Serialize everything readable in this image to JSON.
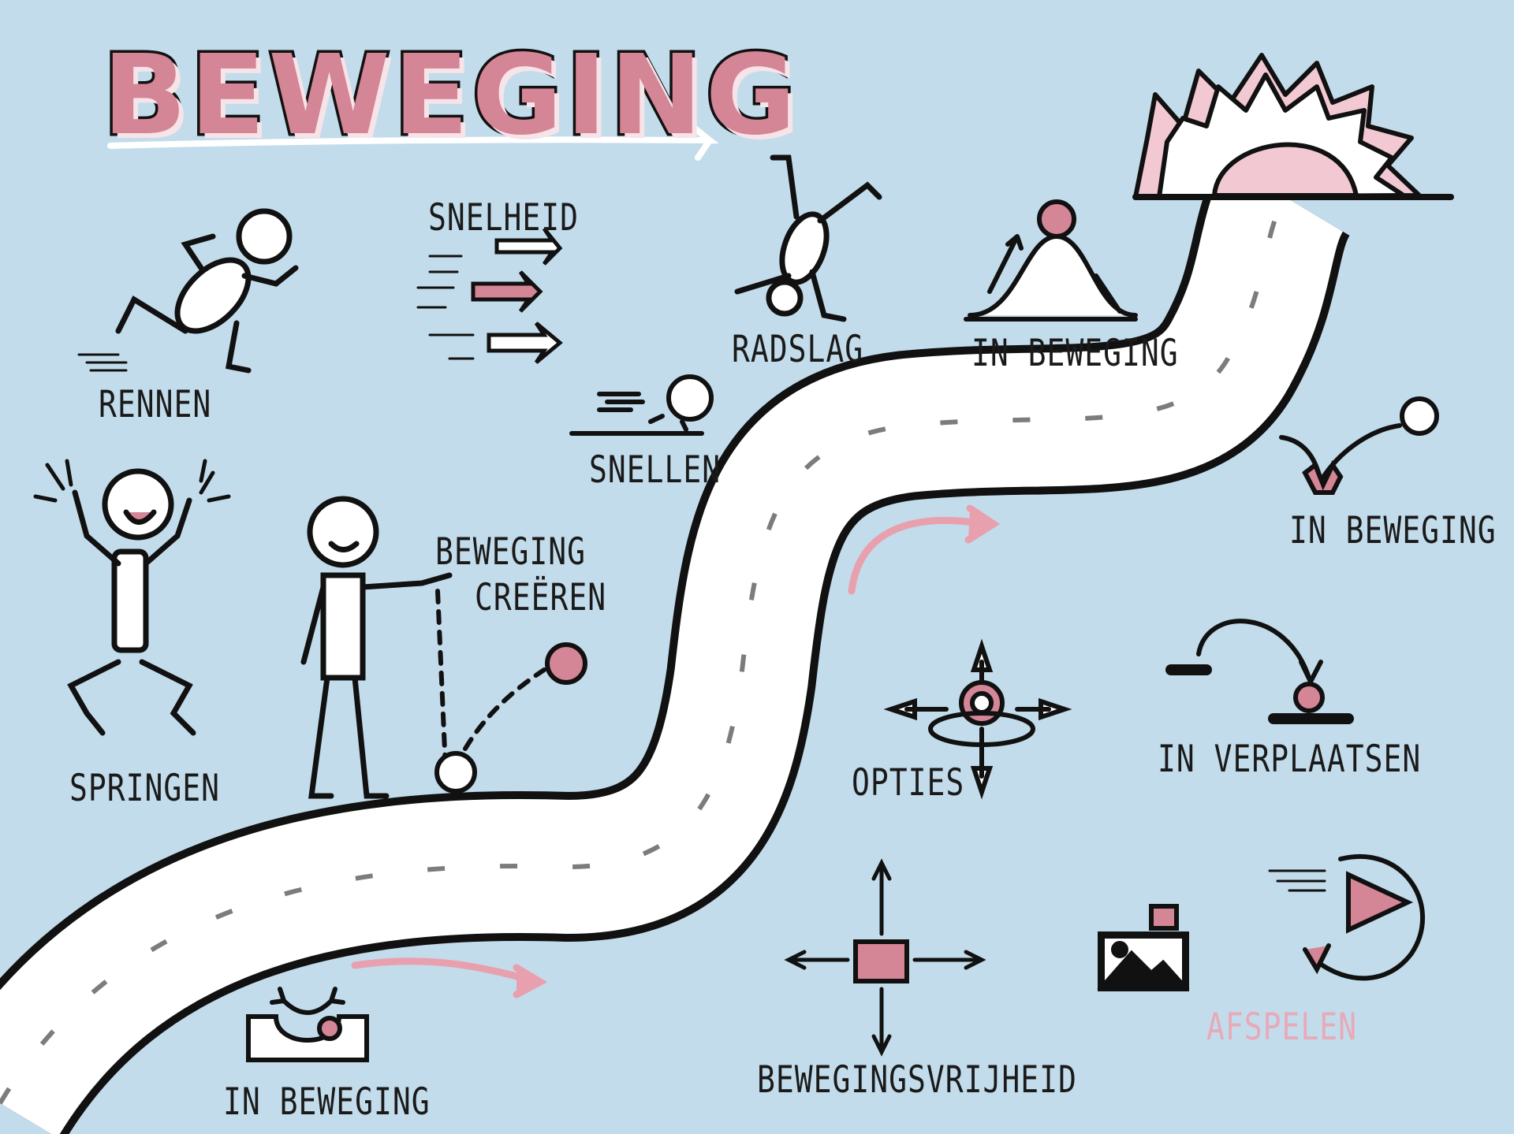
{
  "title": "BEWEGING",
  "labels": {
    "rennen": "RENNEN",
    "snelheid": "SNELHEID",
    "radslag": "RADSLAG",
    "in_beweging_bell": "IN BEWEGING",
    "snellen": "SNELLEN",
    "springen": "SPRINGEN",
    "beweging_creeren_1": "BEWEGING",
    "beweging_creeren_2": "CREËREN",
    "in_beweging_ball": "IN BEWEGING",
    "opties": "OPTIES",
    "in_verplaatsen": "IN VERPLAATSEN",
    "in_beweging_bottom": "IN BEWEGING",
    "bewegingsvrijheid": "BEWEGINGSVRIJHEID",
    "afspelen": "AFSPELEN"
  },
  "colors": {
    "background": "#c3dceb",
    "accent_pink": "#d48596",
    "light_pink": "#f2c9d3",
    "ink": "#111111",
    "shadow_gray": "#8a8a8a"
  },
  "icons": [
    "running-figure-icon",
    "speed-arrows-icon",
    "cartwheel-figure-icon",
    "bell-curve-icon",
    "sun-icon",
    "dashing-figure-icon",
    "jumping-figure-icon",
    "pointing-figure-icon",
    "bouncing-ball-icon",
    "options-arrows-icon",
    "move-ball-icon",
    "cup-arrows-icon",
    "freedom-arrows-icon",
    "image-media-icon",
    "play-icon",
    "footprint-path"
  ]
}
